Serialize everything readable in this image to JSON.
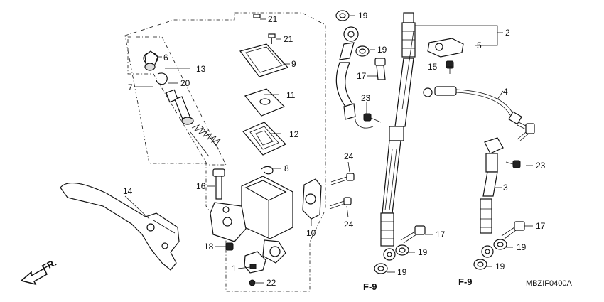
{
  "diagram": {
    "callouts": {
      "c1": "1",
      "c2": "2",
      "c3": "3",
      "c4": "4",
      "c5": "5",
      "c6": "6",
      "c7": "7",
      "c8": "8",
      "c9": "9",
      "c10": "10",
      "c11": "11",
      "c12": "12",
      "c13": "13",
      "c14": "14",
      "c15": "15",
      "c16": "16",
      "c17a": "17",
      "c17b": "17",
      "c17c": "17",
      "c18": "18",
      "c19a": "19",
      "c19b": "19",
      "c19c": "19",
      "c19d": "19",
      "c19e": "19",
      "c19f": "19",
      "c20": "20",
      "c21a": "21",
      "c21b": "21",
      "c22": "22",
      "c23a": "23",
      "c23b": "23",
      "c24a": "24",
      "c24b": "24"
    },
    "refs": {
      "f9a": "F-9",
      "f9b": "F-9"
    },
    "direction": "FR.",
    "code": "MBZIF0400A"
  }
}
